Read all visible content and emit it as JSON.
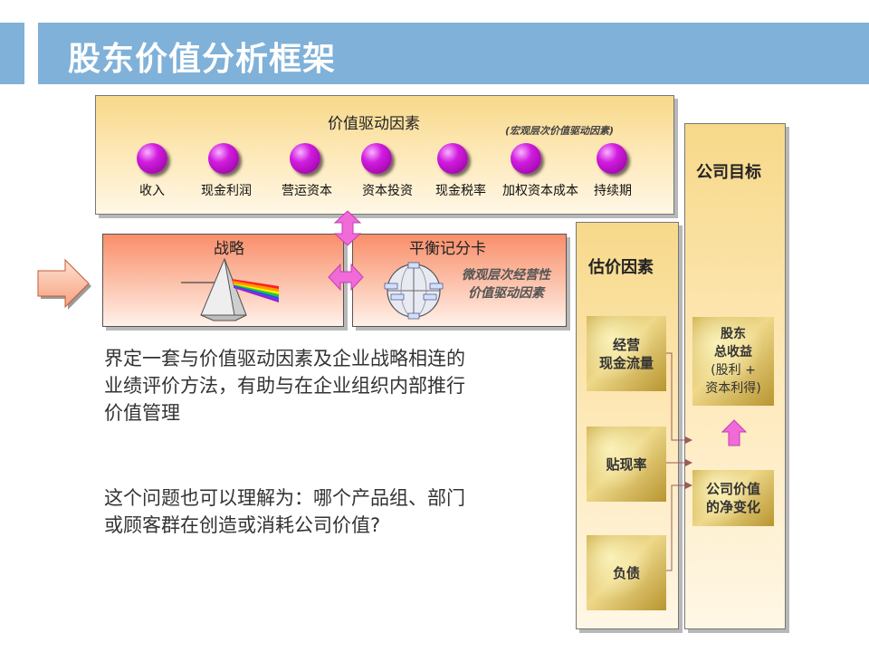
{
  "header": {
    "title": "股东价值分析框架"
  },
  "drivers": {
    "title": "价值驱动因素",
    "macro_note": "(宏观层次价值驱动因素)",
    "items": [
      {
        "label": "收入"
      },
      {
        "label": "现金利润"
      },
      {
        "label": "营运资本"
      },
      {
        "label": "资本投资"
      },
      {
        "label": "现金税率"
      },
      {
        "label": "加权资本成本"
      },
      {
        "label": "持续期"
      }
    ]
  },
  "strategy": {
    "title": "战略"
  },
  "scorecard": {
    "title": "平衡记分卡",
    "note_line1": "微观层次经营性",
    "note_line2": "价值驱动因素"
  },
  "body": {
    "para1_line1": "界定一套与价值驱动因素及企业战略相连的",
    "para1_line2": "业绩评价方法，有助与在企业组织内部推行",
    "para1_line3": "价值管理",
    "para2_line1": "这个问题也可以理解为：哪个产品组、部门",
    "para2_line2": "或顾客群在创造或消耗公司价值?"
  },
  "valuation": {
    "title": "估价因素",
    "items": [
      {
        "line1": "经营",
        "line2": "现金流量"
      },
      {
        "line1": "贴现率"
      },
      {
        "line1": "负债"
      }
    ]
  },
  "goal": {
    "title": "公司目标",
    "tsr_line1": "股东",
    "tsr_line2": "总收益",
    "tsr_line3": "(股利 +",
    "tsr_line4": "资本利得)",
    "change_line1": "公司价值",
    "change_line2": "的净变化"
  },
  "colors": {
    "title_bar": "#7fb1d9",
    "ball": "#d21cdf",
    "arrow_pink": "#f06ad8",
    "gold": "#d8bc5a"
  }
}
